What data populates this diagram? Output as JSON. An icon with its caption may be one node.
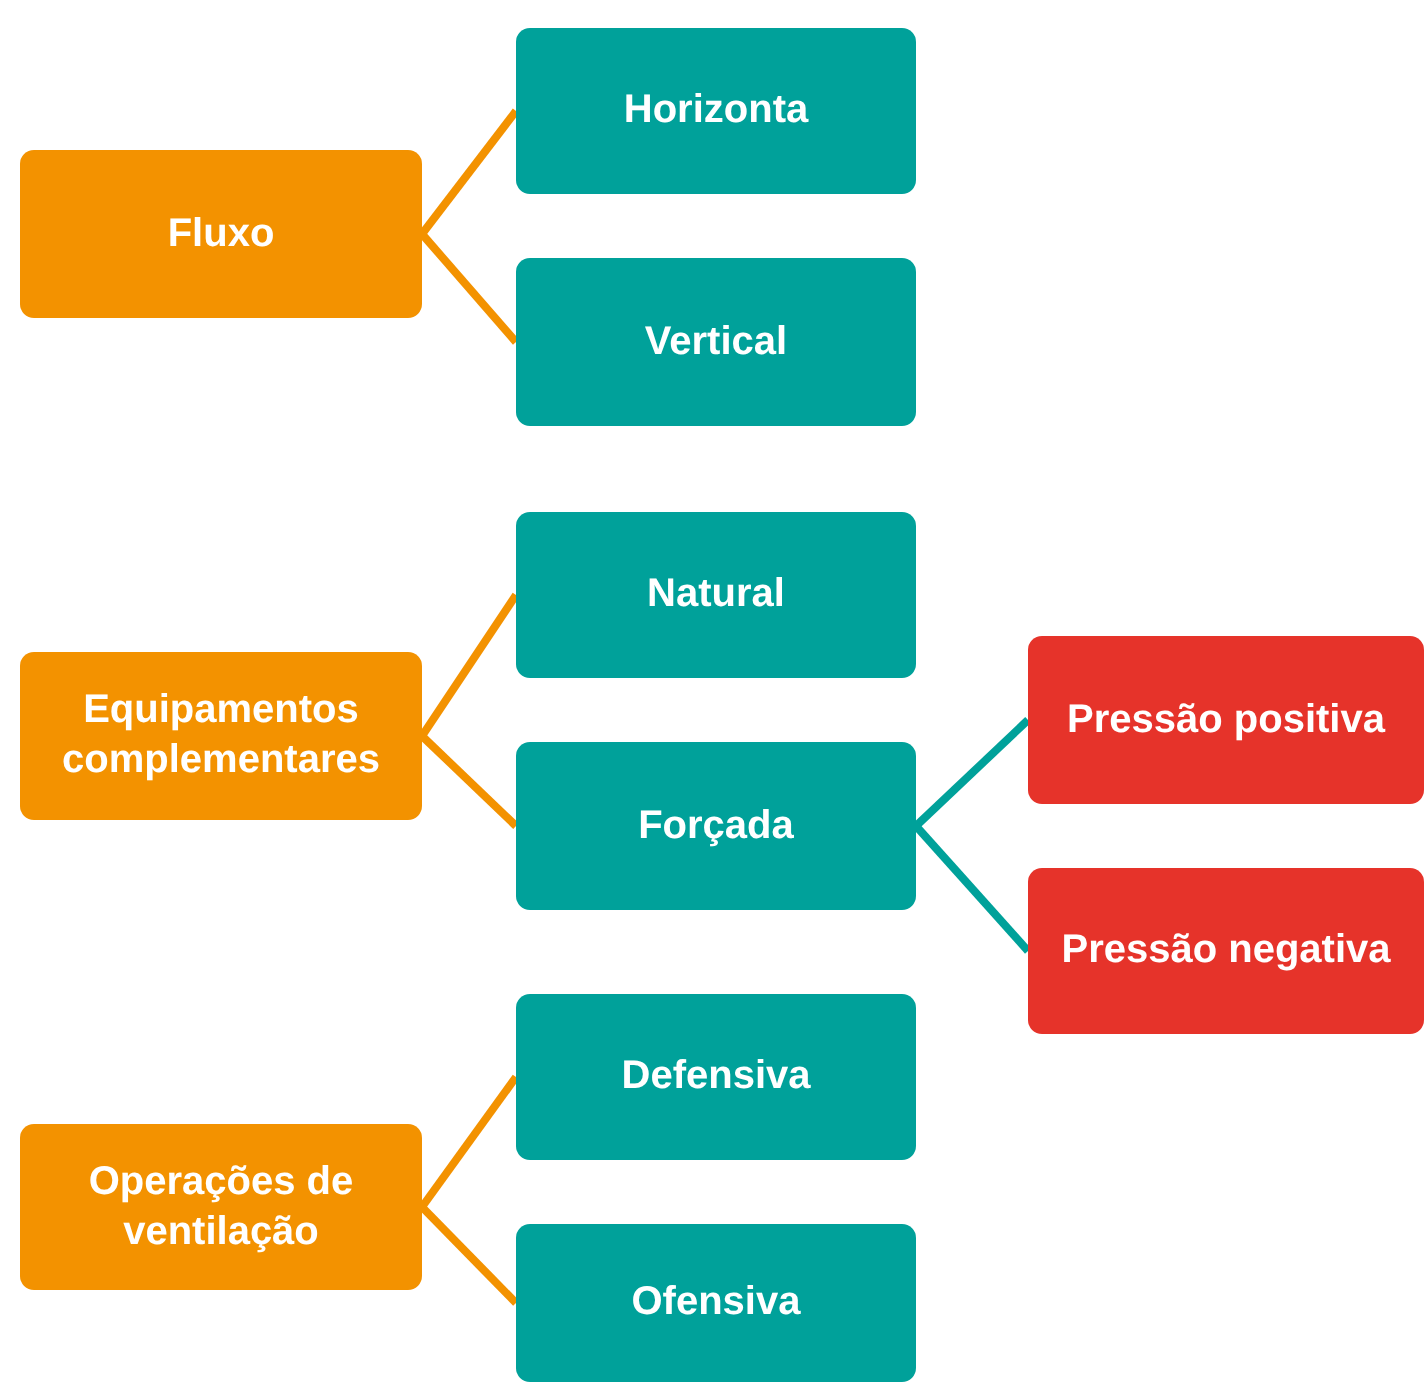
{
  "diagram": {
    "nodes": [
      {
        "text": [
          "Fluxo"
        ]
      },
      {
        "text": [
          "Horizonta"
        ]
      },
      {
        "text": [
          "Vertical"
        ]
      },
      {
        "text": [
          "Equipamentos complementares"
        ]
      },
      {
        "text": [
          "Natural"
        ]
      },
      {
        "text": [
          "Forçada"
        ]
      },
      {
        "text": [
          "Pressão positiva"
        ]
      },
      {
        "text": [
          "Pressão negativa"
        ]
      },
      {
        "text": [
          "Operações de ventilação"
        ]
      },
      {
        "text": [
          "Defensiva"
        ]
      },
      {
        "text": [
          "Ofensiva"
        ]
      }
    ],
    "edges": [
      {
        "from": 0,
        "to": 1,
        "arrow": "none"
      },
      {
        "from": 0,
        "to": 2,
        "arrow": "none"
      },
      {
        "from": 3,
        "to": 4,
        "arrow": "none"
      },
      {
        "from": 3,
        "to": 5,
        "arrow": "none"
      },
      {
        "from": 5,
        "to": 6,
        "arrow": "none",
        "color": "#00a19a"
      },
      {
        "from": 5,
        "to": 7,
        "arrow": "none",
        "color": "#00a19a"
      },
      {
        "from": 8,
        "to": 9,
        "arrow": "none"
      },
      {
        "from": 8,
        "to": 10,
        "arrow": "none"
      }
    ]
  }
}
